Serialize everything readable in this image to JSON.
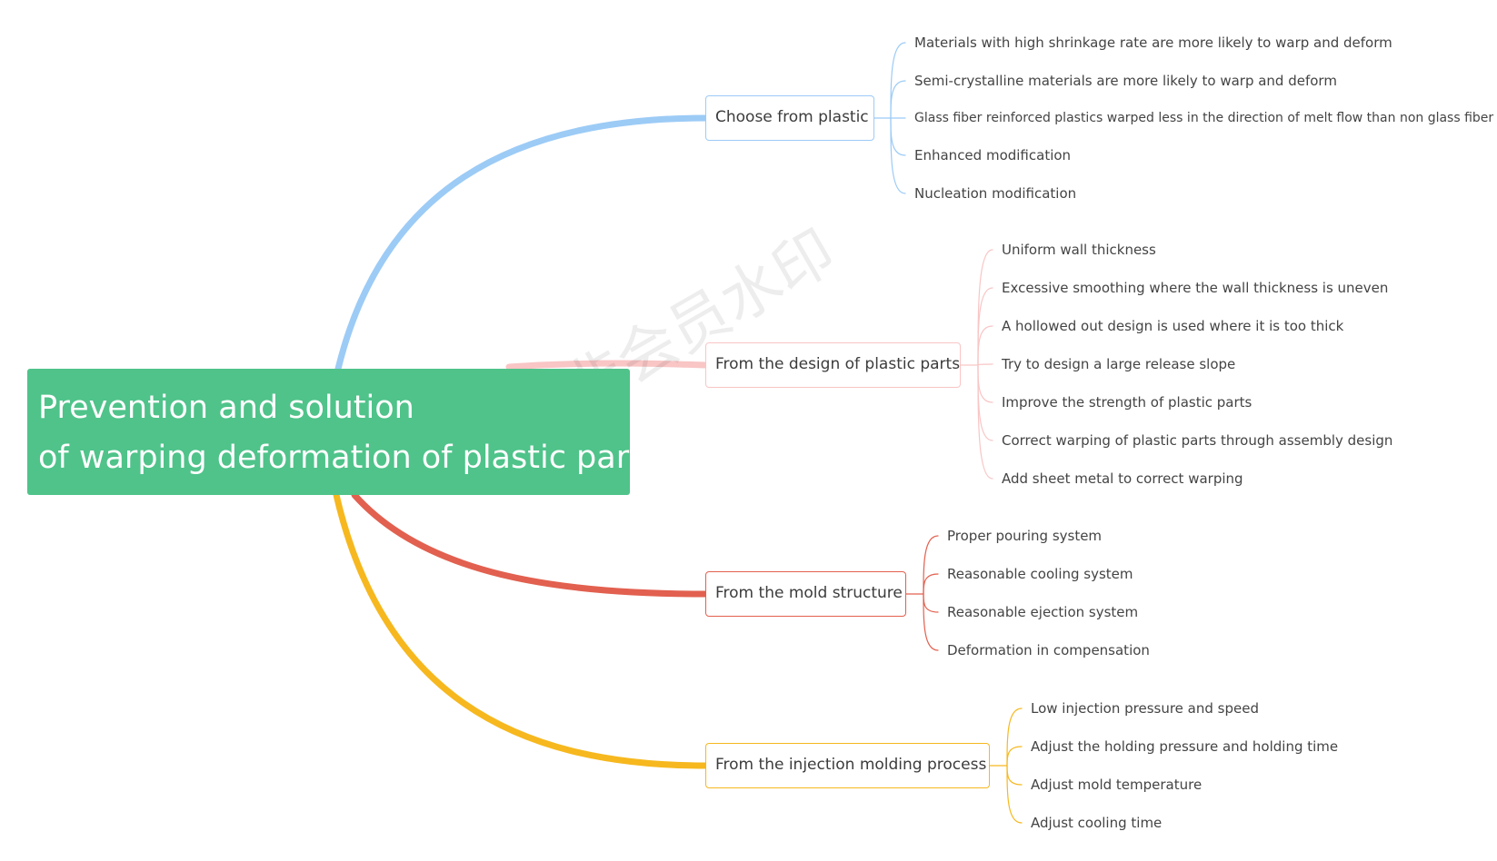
{
  "watermark": "非会员水印",
  "root": {
    "line1": "Prevention and solution",
    "line2": "of warping deformation of plastic parts",
    "color": "#4fc38a"
  },
  "branches": [
    {
      "label": "Choose from plastic",
      "color": "#9ccbf6",
      "items": [
        "Materials with high shrinkage rate are more likely to warp and deform",
        "Semi-crystalline materials are more likely to warp and deform",
        "Glass fiber reinforced plastics warped less in the direction of melt flow than non glass fiber",
        "Enhanced modification",
        "Nucleation modification"
      ]
    },
    {
      "label": "From the design of plastic parts",
      "color": "#f9c5c5",
      "items": [
        "Uniform wall thickness",
        "Excessive smoothing where the wall thickness is uneven",
        "A hollowed out design is used where it is too thick",
        "Try to design a large release slope",
        "Improve the strength of plastic parts",
        "Correct warping of plastic parts through assembly design",
        "Add sheet metal to correct warping"
      ]
    },
    {
      "label": "From the mold structure",
      "color": "#e2604f",
      "items": [
        "Proper pouring system",
        "Reasonable cooling system",
        "Reasonable ejection system",
        "Deformation in compensation"
      ]
    },
    {
      "label": "From the injection molding process",
      "color": "#f6b81e",
      "items": [
        "Low injection pressure and speed",
        "Adjust the holding pressure and holding time",
        "Adjust mold temperature",
        "Adjust cooling time"
      ]
    }
  ]
}
